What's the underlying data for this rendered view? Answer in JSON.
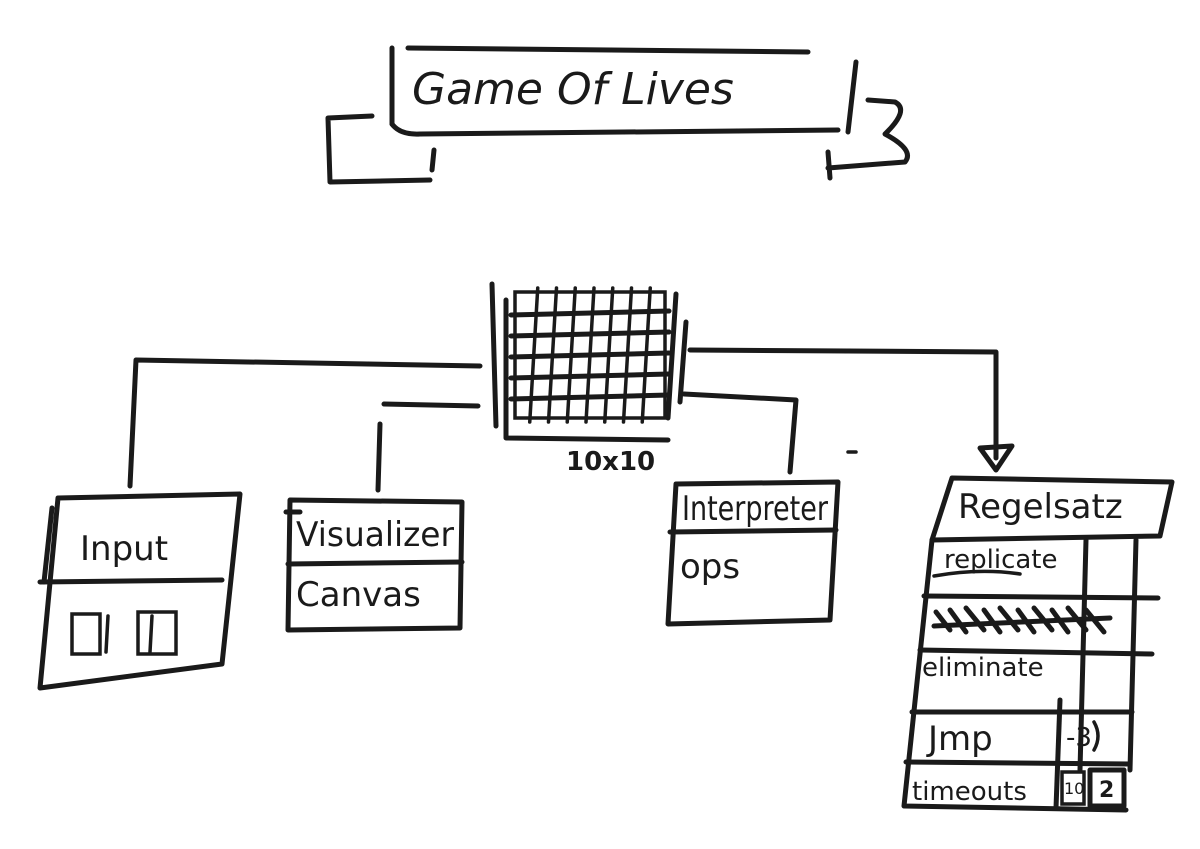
{
  "title": "Game Of Lives",
  "grid": {
    "caption": "10x10"
  },
  "input": {
    "label": "Input",
    "controls": "▯▯"
  },
  "visualizer": {
    "label": "Visualizer",
    "sub": "Canvas"
  },
  "interpreter": {
    "label": "Interpreter",
    "sub": "ops"
  },
  "ruleset": {
    "label": "Regelsatz",
    "rules": [
      "replicate",
      "",
      "eliminate"
    ],
    "jump": {
      "label": "Jmp",
      "value": "-3"
    },
    "timeouts": {
      "label": "timeouts",
      "values": [
        "10",
        "2"
      ]
    }
  }
}
